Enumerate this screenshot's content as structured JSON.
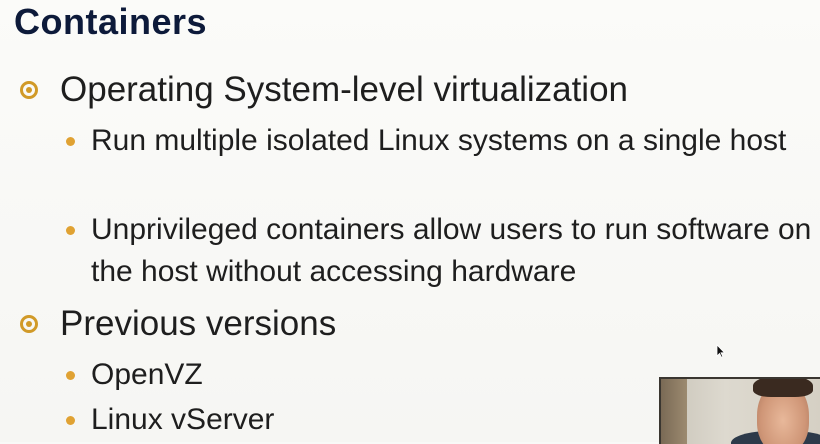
{
  "slide": {
    "title": "Containers",
    "sections": [
      {
        "heading": "Operating System-level virtualization",
        "items": [
          "Run multiple isolated Linux systems on a single host",
          "Unprivileged containers allow users to run software on the host without accessing hardware"
        ]
      },
      {
        "heading": "Previous versions",
        "items": [
          "OpenVZ",
          "Linux vServer"
        ]
      }
    ]
  },
  "colors": {
    "title": "#0d1a3a",
    "bullet_accent": "#d19a28",
    "text": "#1e1e1e",
    "background": "#f9f9f7"
  },
  "icons": {
    "level1_bullet": "circle-dot-bullet-icon",
    "level2_bullet": "dot-bullet-icon",
    "pointer": "mouse-cursor-icon"
  }
}
